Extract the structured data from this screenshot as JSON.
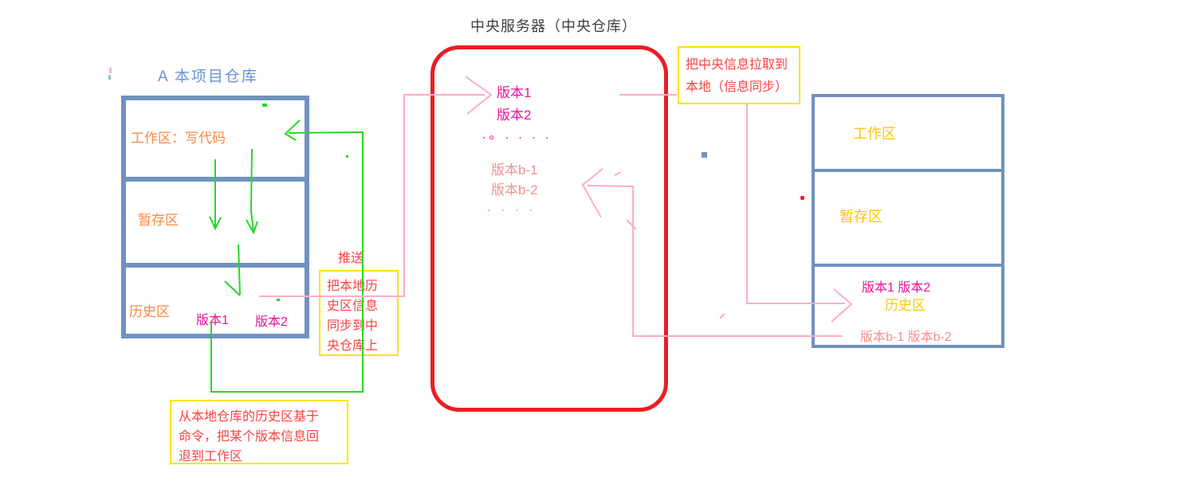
{
  "diagram_title_left": "A 本项目仓库",
  "left_repo": {
    "title": "A 本项目仓库",
    "workspace_label": "工作区：写代码",
    "staging_label": "暂存区",
    "history_label": "历史区",
    "history_versions": [
      "版本1",
      "版本2"
    ]
  },
  "central_server": {
    "title": "中央服务器（中央仓库）",
    "versions_main": [
      "版本1",
      "版本2"
    ],
    "dots_main": ".。. . . .",
    "versions_b": [
      "版本b-1",
      "版本b-2"
    ],
    "dots_b": ". . . ."
  },
  "right_repo": {
    "workspace_label": "工作区",
    "staging_label": "暂存区",
    "history_label": "历史区",
    "history_versions_main": "版本1  版本2",
    "history_versions_b": "版本b-1  版本b-2"
  },
  "annotations": {
    "push_label": "推送",
    "push_note_lines": [
      "把本地历",
      "史区信息",
      "同步到中",
      "央仓库上"
    ],
    "pull_note_lines": [
      "把中央信息拉取到",
      "本地（信息同步）"
    ],
    "rollback_note_lines": [
      "从本地仓库的历史区基于",
      "命令，把某个版本信息回",
      "退到工作区"
    ]
  },
  "colors": {
    "repo_border_blue": "#7092be",
    "central_border_red": "#ec1c24",
    "note_border_yellow": "#ffe400",
    "note_text_red": "#fa4343",
    "version_magenta": "#ed1299",
    "version_salmon": "#f5908f",
    "label_orange": "#f68a44",
    "label_gold": "#ffc612",
    "title_blue": "#6a93cf",
    "arrow_green": "#26d826",
    "arrow_pink": "#ffaccb"
  }
}
